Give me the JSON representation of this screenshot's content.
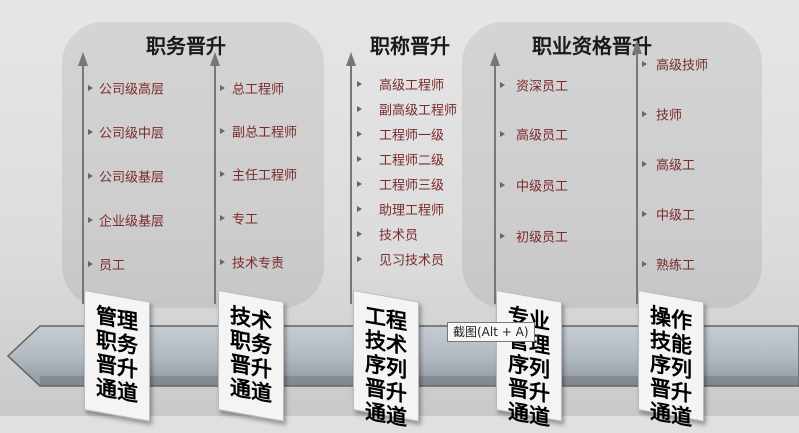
{
  "titles": {
    "position": "职务晋升",
    "rank": "职称晋升",
    "qualification": "职业资格晋升"
  },
  "columns": {
    "management": [
      "公司级高层",
      "公司级中层",
      "公司级基层",
      "企业级基层",
      "员工"
    ],
    "technical": [
      "总工程师",
      "副总工程师",
      "主任工程师",
      "专工",
      "技术专责"
    ],
    "engineering": [
      "高级工程师",
      "副高级工程师",
      "工程师一级",
      "工程师二级",
      "工程师三级",
      "助理工程师",
      "技术员",
      "见习技术员"
    ],
    "professional": [
      "资深员工",
      "高级员工",
      "中级员工",
      "初级员工"
    ],
    "skill": [
      "高级技师",
      "技师",
      "高级工",
      "中级工",
      "熟练工"
    ]
  },
  "channels": [
    "管理职务晋升通道",
    "技术职务晋升通道",
    "工程技术序列晋升通道",
    "专业管理序列晋升通道",
    "操作技能序列晋升通道"
  ],
  "tooltip": "截图(Alt + A)",
  "colors": {
    "item_text": "#7a2a2a",
    "band_fill": "#b7bfc6",
    "band_dark": "#6f7479",
    "card_fill": "#f4f4f4"
  }
}
